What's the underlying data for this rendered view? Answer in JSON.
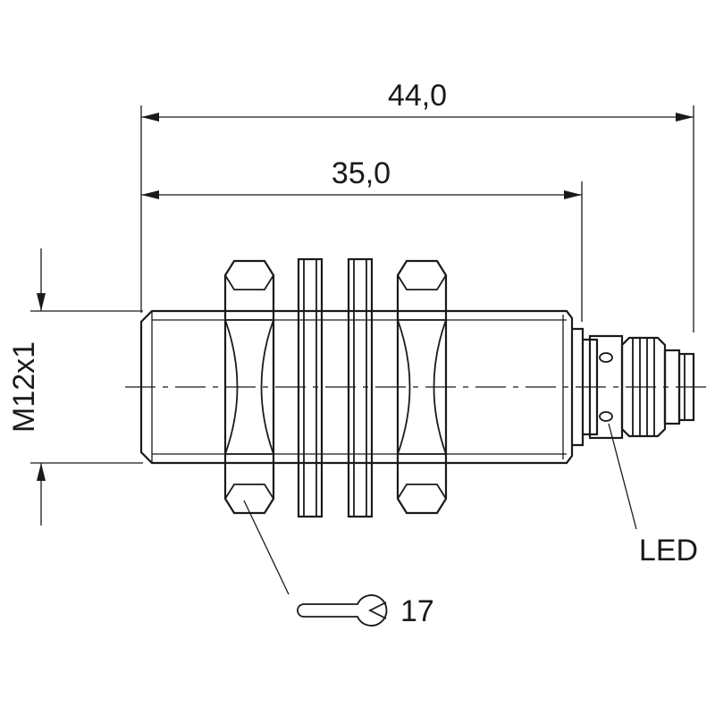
{
  "dimensions": {
    "overall_length": "44,0",
    "body_length": "35,0",
    "thread": "M12x1"
  },
  "annotations": {
    "led_label": "LED",
    "wrench_size": "17"
  },
  "colors": {
    "line": "#1a1a1a",
    "background": "#ffffff"
  }
}
